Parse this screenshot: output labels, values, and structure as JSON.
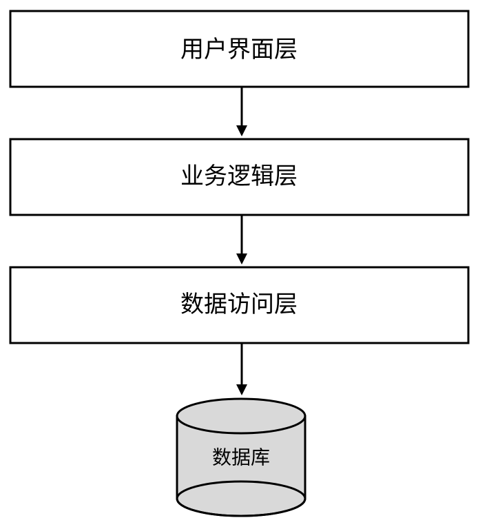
{
  "diagram": {
    "layers": [
      {
        "label": "用户界面层"
      },
      {
        "label": "业务逻辑层"
      },
      {
        "label": "数据访问层"
      }
    ],
    "database": {
      "label": "数据库",
      "fill_color": "#d9d9d9"
    },
    "colors": {
      "stroke": "#000000",
      "box_fill": "#ffffff"
    }
  }
}
